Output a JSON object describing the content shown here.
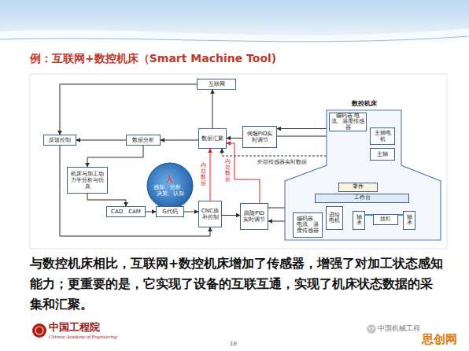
{
  "diagram": {
    "title": "例：互联网+数控机床（Smart Machine Tool)",
    "caption": "与数控机床相比，互联网+数控机床增加了传感器，增强了对加工状态感知能力；更重要的是，它实现了设备的互联互通，实现了机床状态数据的采集和汇聚。",
    "nodes": [
      {
        "text": [
          "互联网"
        ]
      },
      {
        "text": [
          "数控机床"
        ]
      },
      {
        "text": [
          "反馈控制"
        ]
      },
      {
        "text": [
          "数据分析"
        ]
      },
      {
        "text": [
          "数据汇聚"
        ]
      },
      {
        "text": [
          "伺服PID实时调节"
        ]
      },
      {
        "text": [
          "编码器 电流、温度传感器"
        ],
        "in": 1
      },
      {
        "text": [
          "主轴电机"
        ],
        "in": 1
      },
      {
        "text": [
          "主轴"
        ],
        "in": 1
      },
      {
        "text": [
          "机床与加工动力学分析与仿真"
        ]
      },
      {
        "text": [
          "人",
          "感知、分析、决策、认知"
        ]
      },
      {
        "text": [
          "CAD、CAM"
        ]
      },
      {
        "text": [
          "G代码"
        ]
      },
      {
        "text": [
          "CNC插补控制"
        ]
      },
      {
        "text": [
          "跟随PID实时调节"
        ]
      },
      {
        "text": [
          "零件"
        ],
        "in": 1
      },
      {
        "text": [
          "工作台"
        ],
        "in": 1
      },
      {
        "text": [
          "编码器、电流、温度传感器"
        ],
        "in": 1
      },
      {
        "text": [
          "进给电机"
        ],
        "in": 1
      },
      {
        "text": [
          "轴承"
        ],
        "in": 1
      },
      {
        "text": [
          "丝杠"
        ],
        "in": 1
      },
      {
        "text": [
          "轴承"
        ],
        "in": 1
      }
    ],
    "edges": [
      {
        "from": 4,
        "to": 0,
        "arrow": "to"
      },
      {
        "from": 0,
        "to": 2,
        "arrow": "to"
      },
      {
        "from": 4,
        "to": 3,
        "arrow": "to"
      },
      {
        "from": 3,
        "to": 2,
        "arrow": "to"
      },
      {
        "from": 3,
        "to": 9,
        "arrow": "to"
      },
      {
        "from": 9,
        "to": 11,
        "arrow": "to"
      },
      {
        "from": 11,
        "to": 12,
        "arrow": "to"
      },
      {
        "from": 12,
        "to": 13,
        "arrow": "to"
      },
      {
        "from": 2,
        "to": 13,
        "arrow": "to"
      },
      {
        "from": 13,
        "to": 14,
        "arrow": "to"
      },
      {
        "from": 14,
        "to": 18,
        "arrow": "to"
      },
      {
        "from": 17,
        "to": 14,
        "arrow": "to"
      },
      {
        "from": 13,
        "to": 4,
        "label": "内部数据",
        "arrow": "to"
      },
      {
        "from": 14,
        "to": 4,
        "label": "内部数据",
        "arrow": "to"
      },
      {
        "from": 5,
        "to": 7,
        "arrow": "to"
      },
      {
        "from": 6,
        "to": 5,
        "arrow": "to"
      },
      {
        "from": 5,
        "to": 4,
        "arrow": "to"
      },
      {
        "from": 1,
        "to": 4,
        "label": "外部传感器实时数据",
        "arrow": "to"
      },
      {
        "from": 7,
        "to": 8,
        "arrow": "none"
      }
    ],
    "labels": [
      "中国工程院",
      "Chinese Academy of Engineering",
      "18",
      "中国机械工程",
      "思创网"
    ]
  }
}
